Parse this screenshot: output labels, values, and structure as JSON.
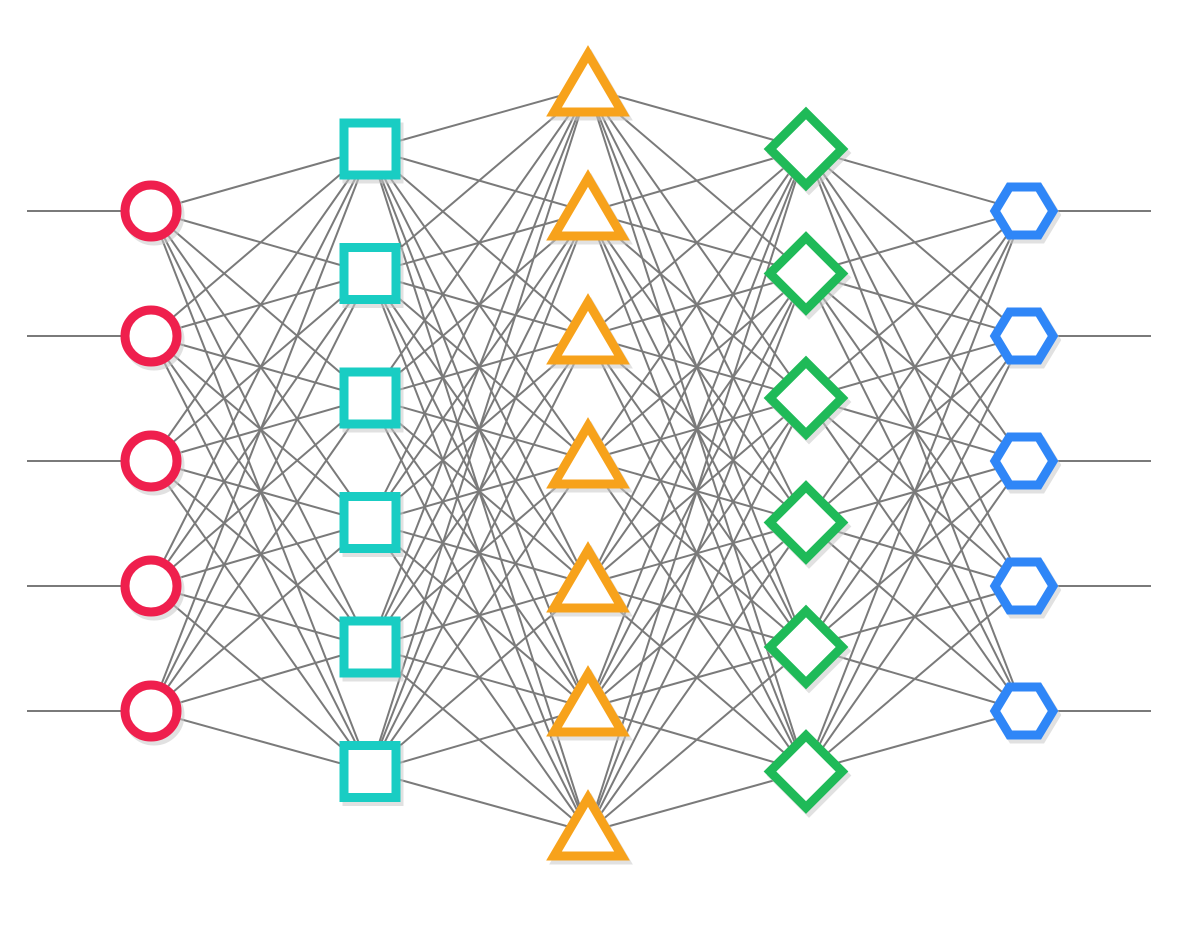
{
  "diagram": {
    "kind": "neural-network",
    "background": "#ffffff",
    "edge_color": "#7a7a7a",
    "connectivity": "fully-connected-between-adjacent-layers",
    "input_lines": true,
    "output_lines": true,
    "layers": [
      {
        "name": "input",
        "shape": "circle",
        "count": 5,
        "color": "#ef1f4d"
      },
      {
        "name": "hidden-1",
        "shape": "square",
        "count": 6,
        "color": "#19cdc3"
      },
      {
        "name": "hidden-2",
        "shape": "triangle",
        "count": 7,
        "color": "#f7a21b"
      },
      {
        "name": "hidden-3",
        "shape": "diamond",
        "count": 6,
        "color": "#1fba58"
      },
      {
        "name": "output",
        "shape": "hexagon",
        "count": 5,
        "color": "#2f86f7"
      }
    ]
  }
}
